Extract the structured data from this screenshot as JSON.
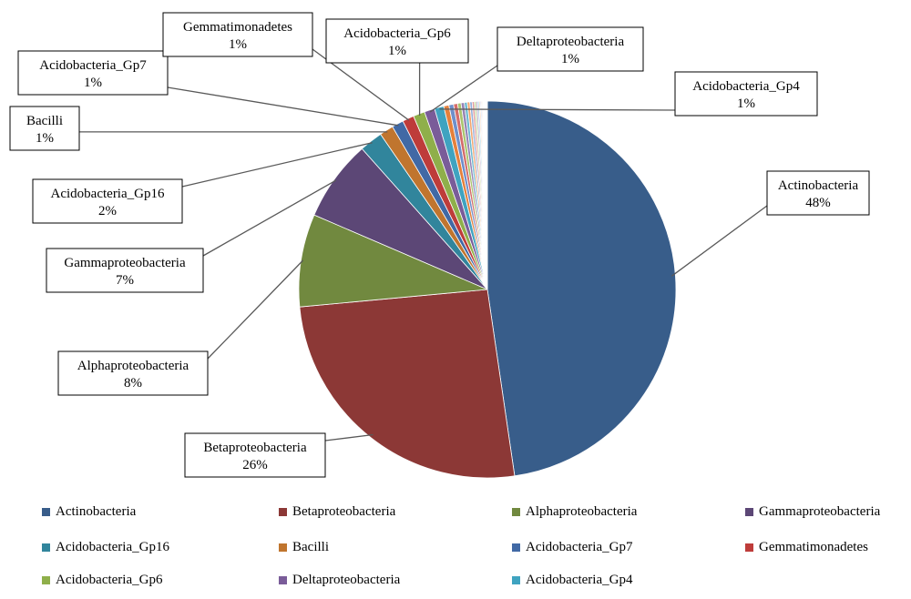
{
  "chart_data": {
    "type": "pie",
    "title": "",
    "series": [
      {
        "label": "Actinobacteria",
        "value": 48,
        "data_label": "48%",
        "color": "#385D8A",
        "show_label": true
      },
      {
        "label": "Betaproteobacteria",
        "value": 26,
        "data_label": "26%",
        "color": "#8C3836",
        "show_label": true
      },
      {
        "label": "Alphaproteobacteria",
        "value": 8,
        "data_label": "8%",
        "color": "#71893F",
        "show_label": true
      },
      {
        "label": "Gammaproteobacteria",
        "value": 7,
        "data_label": "7%",
        "color": "#5C4776",
        "show_label": true
      },
      {
        "label": "Acidobacteria_Gp16",
        "value": 2,
        "data_label": "2%",
        "color": "#31859C",
        "show_label": true
      },
      {
        "label": "Bacilli",
        "value": 1.2,
        "data_label": "1%",
        "color": "#C0752E",
        "show_label": true
      },
      {
        "label": "Acidobacteria_Gp7",
        "value": 1,
        "data_label": "1%",
        "color": "#4169A5",
        "show_label": true
      },
      {
        "label": "Gemmatimonadetes",
        "value": 1,
        "data_label": "1%",
        "color": "#BE3C3A",
        "show_label": true
      },
      {
        "label": "Acidobacteria_Gp6",
        "value": 1,
        "data_label": "1%",
        "color": "#8FAF4A",
        "show_label": true
      },
      {
        "label": "Deltaproteobacteria",
        "value": 0.9,
        "data_label": "1%",
        "color": "#7A5C99",
        "show_label": true
      },
      {
        "label": "Acidobacteria_Gp4",
        "value": 0.8,
        "data_label": "1%",
        "color": "#3FA3C0",
        "show_label": true
      }
    ],
    "minor_slices": [
      {
        "value": 0.45,
        "color": "#E5803B"
      },
      {
        "value": 0.4,
        "color": "#6E8FCB"
      },
      {
        "value": 0.35,
        "color": "#D46C6A"
      },
      {
        "value": 0.3,
        "color": "#A9C56E"
      },
      {
        "value": 0.28,
        "color": "#9683B4"
      },
      {
        "value": 0.25,
        "color": "#69B9D1"
      },
      {
        "value": 0.22,
        "color": "#F4A46B"
      },
      {
        "value": 0.2,
        "color": "#93AEDB"
      },
      {
        "value": 0.18,
        "color": "#E09896"
      },
      {
        "value": 0.16,
        "color": "#C3D79B"
      },
      {
        "value": 0.14,
        "color": "#B4A6CA"
      },
      {
        "value": 0.12,
        "color": "#94CDDF"
      },
      {
        "value": 0.1,
        "color": "#F8C29C"
      },
      {
        "value": 0.09,
        "color": "#B9C9E8"
      },
      {
        "value": 0.08,
        "color": "#EBBAB9"
      },
      {
        "value": 0.07,
        "color": "#D7E4BD"
      },
      {
        "value": 0.06,
        "color": "#CCC1DA"
      },
      {
        "value": 0.05,
        "color": "#B7DEE8"
      },
      {
        "value": 0.05,
        "color": "#FBD5B5"
      },
      {
        "value": 0.04,
        "color": "#DCE6F2"
      },
      {
        "value": 0.04,
        "color": "#F2DCDB"
      },
      {
        "value": 0.03,
        "color": "#EBF1DE"
      },
      {
        "value": 0.03,
        "color": "#E6E0EC"
      },
      {
        "value": 0.03,
        "color": "#DBEEF4"
      },
      {
        "value": 0.03,
        "color": "#FDEADA"
      }
    ],
    "legend_position": "bottom",
    "legend": [
      "Actinobacteria",
      "Betaproteobacteria",
      "Alphaproteobacteria",
      "Gammaproteobacteria",
      "Acidobacteria_Gp16",
      "Bacilli",
      "Acidobacteria_Gp7",
      "Gemmatimonadetes",
      "Acidobacteria_Gp6",
      "Deltaproteobacteria",
      "Acidobacteria_Gp4"
    ]
  }
}
